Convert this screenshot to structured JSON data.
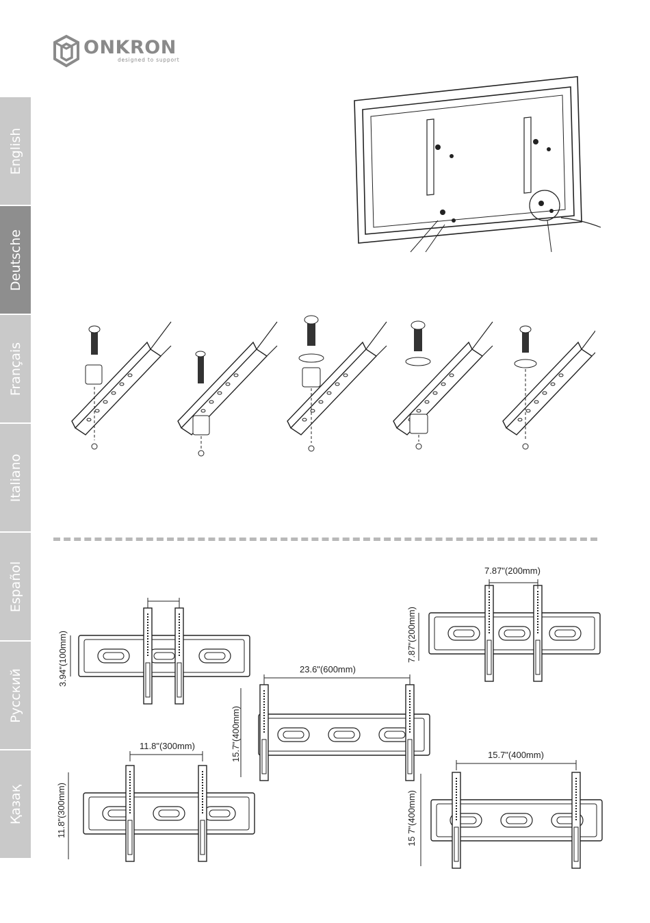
{
  "brand": {
    "name": "ONKRON",
    "tagline": "designed to support"
  },
  "language_tabs": [
    {
      "label": "English",
      "active": false
    },
    {
      "label": "Deutsche",
      "active": true
    },
    {
      "label": "Français",
      "active": false
    },
    {
      "label": "Italiano",
      "active": false
    },
    {
      "label": "Español",
      "active": false
    },
    {
      "label": "Русский",
      "active": false
    },
    {
      "label": "Қазақ",
      "active": false
    }
  ],
  "vesa_diagrams": {
    "d100": {
      "height_label": "3.94\"(100mm)"
    },
    "d200": {
      "width_label": "7.87\"(200mm)",
      "height_label": "7.87\"(200mm)"
    },
    "d600": {
      "width_label": "23.6\"(600mm)",
      "height_label": "15.7\"(400mm)"
    },
    "d300": {
      "width_label": "11.8\"(300mm)",
      "height_label": "11.8\"(300mm)"
    },
    "d400": {
      "width_label": "15.7\"(400mm)",
      "height_label": "15 7\"(400mm)"
    }
  }
}
